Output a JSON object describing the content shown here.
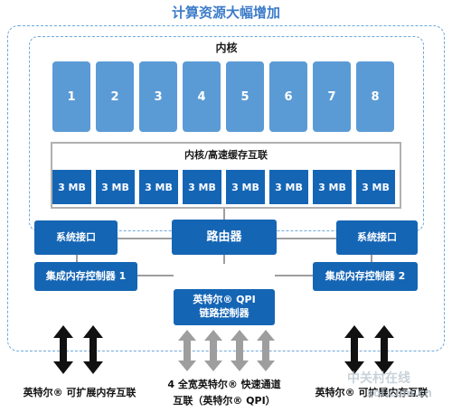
{
  "title": "计算资源大幅增加",
  "core_section": {
    "label": "内核",
    "cores": [
      "1",
      "2",
      "3",
      "4",
      "5",
      "6",
      "7",
      "8"
    ]
  },
  "cache_section": {
    "label": "内核/高速缓存互联",
    "slices": [
      "3 MB",
      "3 MB",
      "3 MB",
      "3 MB",
      "3 MB",
      "3 MB",
      "3 MB",
      "3 MB"
    ]
  },
  "blocks": {
    "system_interface_left": "系统接口",
    "system_interface_right": "系统接口",
    "router": "路由器",
    "memory_controller_1": "集成内存控制器 1",
    "memory_controller_2": "集成内存控制器 2",
    "qpi_controller_line1": "英特尔® QPI",
    "qpi_controller_line2": "链路控制器"
  },
  "footer": {
    "left_label": "英特尔® 可扩展内存互联",
    "center_line1": "4 全宽英特尔® 快速通道",
    "center_line2": "互联（英特尔® QPI）",
    "right_label": "英特尔® 可扩展内存互联"
  },
  "watermark": {
    "text1": "中关村在线",
    "text2": "zol.com.cn"
  },
  "colors": {
    "core_blue": "#5b9bd5",
    "block_blue": "#1565b5",
    "title_blue": "#3d7cc9",
    "dashed_border": "#6ea8dc",
    "arrow_black": "#111111",
    "arrow_gray": "#9e9e9e"
  }
}
